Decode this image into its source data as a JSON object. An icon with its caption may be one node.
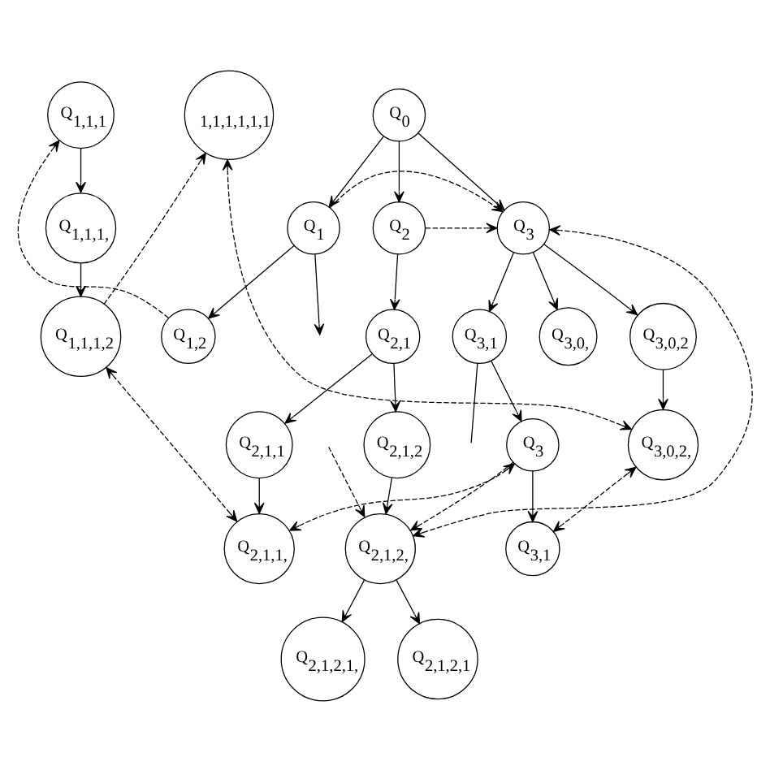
{
  "diagram": {
    "nodes": [
      {
        "text": [
          "Q$_{0}$"
        ]
      },
      {
        "text": [
          "Q$_{1}$"
        ]
      },
      {
        "text": [
          "Q$_{2}$"
        ]
      },
      {
        "text": [
          "Q$_{1,2}$"
        ]
      },
      {
        "text": [
          "Q$_{2,1}$"
        ]
      },
      {
        "text": [
          "Q$_{3}$"
        ]
      },
      {
        "text": [
          "Q$_{1,1,1}$"
        ]
      },
      {
        "text": [
          "Q$_{2,1,1}$"
        ]
      },
      {
        "text": [
          "Q$_{2,1,2}$"
        ]
      },
      {
        "text": [
          "Q$_{3,1}$"
        ]
      },
      {
        "text": [
          "Q$_{1,1,1,}$"
        ]
      },
      {
        "text": [
          "Q$_{2,1,1,}$"
        ]
      },
      {
        "text": [
          "Q$_{2,1,2,}$"
        ]
      },
      {
        "text": [
          "Q$_{3,0,}$"
        ]
      },
      {
        "text": [
          "Q$_{3,0,2}$"
        ]
      },
      {
        "text": [
          "Q$_{3}$"
        ]
      },
      {
        "text": [
          "Q$_{1,1,1,2}$"
        ]
      },
      {
        "text": [
          "Q$_{2,1,2,1,}$"
        ]
      },
      {
        "text": [
          "Q$_{2,1,2,1}$"
        ]
      },
      {
        "text": [
          "Q$_{3,0,2,}$"
        ]
      },
      {
        "text": [
          "Q$_{3,1}$"
        ]
      },
      {
        "text": [
          "$_{1,1,1,1,1,1}$"
        ]
      }
    ],
    "edges": [
      {
        "from": 0,
        "to": 1,
        "arrow": "to"
      },
      {
        "from": 0,
        "to": 2,
        "arrow": "to"
      },
      {
        "from": 0,
        "to": 5,
        "arrow": "to"
      },
      {
        "from": 1,
        "to": null,
        "arrow": "to"
      },
      {
        "from": 1,
        "to": 3,
        "arrow": "to"
      },
      {
        "from": 1,
        "to": 5,
        "arrow": "to",
        "style": "dashed"
      },
      {
        "from": 2,
        "to": 4,
        "arrow": "to"
      },
      {
        "from": 2,
        "to": 5,
        "arrow": "to",
        "style": "dashed"
      },
      {
        "from": 3,
        "to": 6,
        "arrow": "to",
        "style": "dashed"
      },
      {
        "from": 4,
        "to": 7,
        "arrow": "to"
      },
      {
        "from": 4,
        "to": 8,
        "arrow": "to"
      },
      {
        "from": 5,
        "to": 9,
        "arrow": "to"
      },
      {
        "from": 5,
        "to": 13,
        "arrow": "to"
      },
      {
        "from": 5,
        "to": 14,
        "arrow": "to"
      },
      {
        "from": 12,
        "to": 5,
        "arrow": "both",
        "style": "dashed"
      },
      {
        "from": 6,
        "to": 10,
        "arrow": "to"
      },
      {
        "from": 7,
        "to": 11,
        "arrow": "to"
      },
      {
        "from": 8,
        "to": 12,
        "arrow": "to"
      },
      {
        "from": 9,
        "to": 15,
        "arrow": "to"
      },
      {
        "from": 9,
        "to": null,
        "arrow": "none"
      },
      {
        "from": 10,
        "to": 16,
        "arrow": "to"
      },
      {
        "from": 12,
        "to": 17,
        "arrow": "to"
      },
      {
        "from": 12,
        "to": 18,
        "arrow": "to"
      },
      {
        "from": 14,
        "to": 19,
        "arrow": "to"
      },
      {
        "from": 15,
        "to": 20,
        "arrow": "to"
      },
      {
        "from": null,
        "to": 12,
        "arrow": "to",
        "style": "dashed"
      },
      {
        "from": 11,
        "to": 16,
        "arrow": "both",
        "style": "dashed"
      },
      {
        "from": 11,
        "to": 15,
        "arrow": "both",
        "style": "dashed"
      },
      {
        "from": 15,
        "to": 12,
        "arrow": "to",
        "style": "dashed"
      },
      {
        "from": 16,
        "to": 21,
        "arrow": "to",
        "style": "dashed"
      },
      {
        "from": 19,
        "to": 21,
        "arrow": "both",
        "style": "dashed"
      },
      {
        "from": 19,
        "to": 20,
        "arrow": "both",
        "style": "dashed"
      }
    ]
  }
}
